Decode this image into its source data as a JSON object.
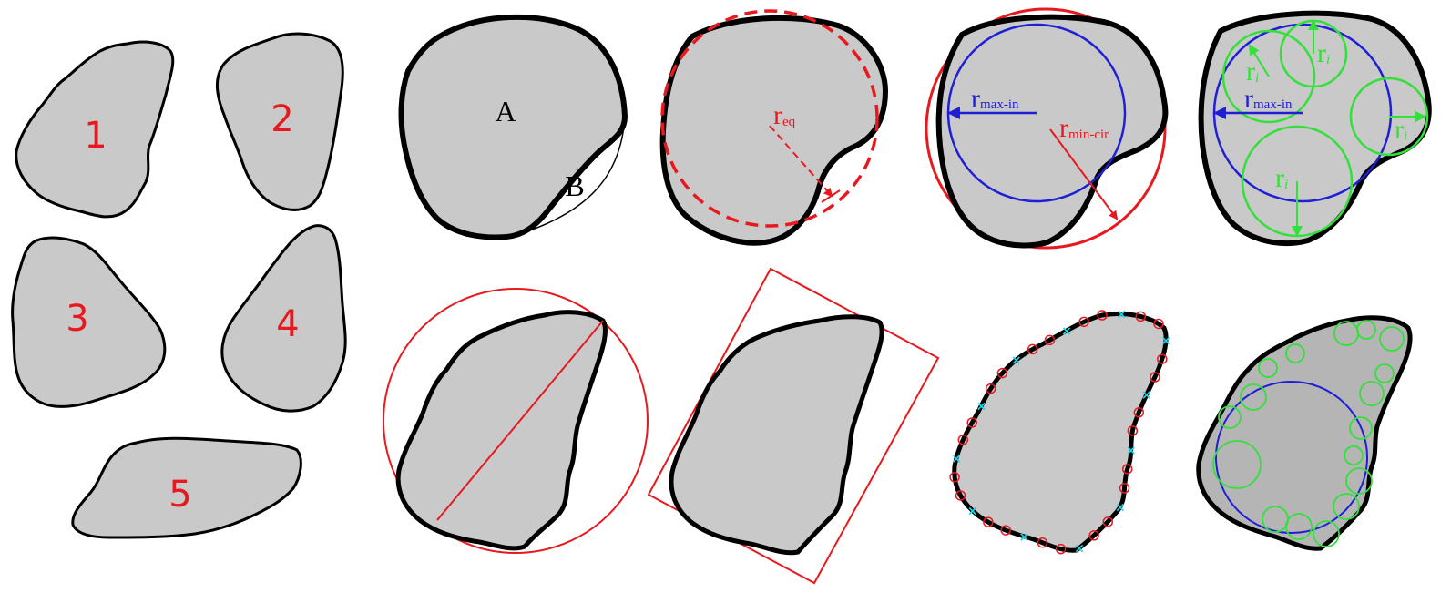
{
  "particles": [
    {
      "id": "particle-1",
      "label": "1"
    },
    {
      "id": "particle-2",
      "label": "2"
    },
    {
      "id": "particle-3",
      "label": "3"
    },
    {
      "id": "particle-4",
      "label": "4"
    },
    {
      "id": "particle-5",
      "label": "5"
    }
  ],
  "convexity": {
    "area_label": "A",
    "gap_label": "B"
  },
  "equivalent_circle": {
    "symbol": "r",
    "subscript": "eq"
  },
  "max_inscribed_min_circumscribed": {
    "max_in_symbol": "r",
    "max_in_subscript": "max-in",
    "min_cir_symbol": "r",
    "min_cir_subscript": "min-cir"
  },
  "roundness": {
    "ri_symbol": "r",
    "ri_subscript": "i",
    "max_in_symbol": "r",
    "max_in_subscript": "max-in"
  },
  "colors": {
    "particle_fill": "#c9c9c9",
    "dark_fill": "#b5b5b5",
    "outline": "#000000",
    "red": "#e8191e",
    "blue": "#1f1fd6",
    "green": "#33e03a",
    "cyan": "#22d3e6"
  }
}
